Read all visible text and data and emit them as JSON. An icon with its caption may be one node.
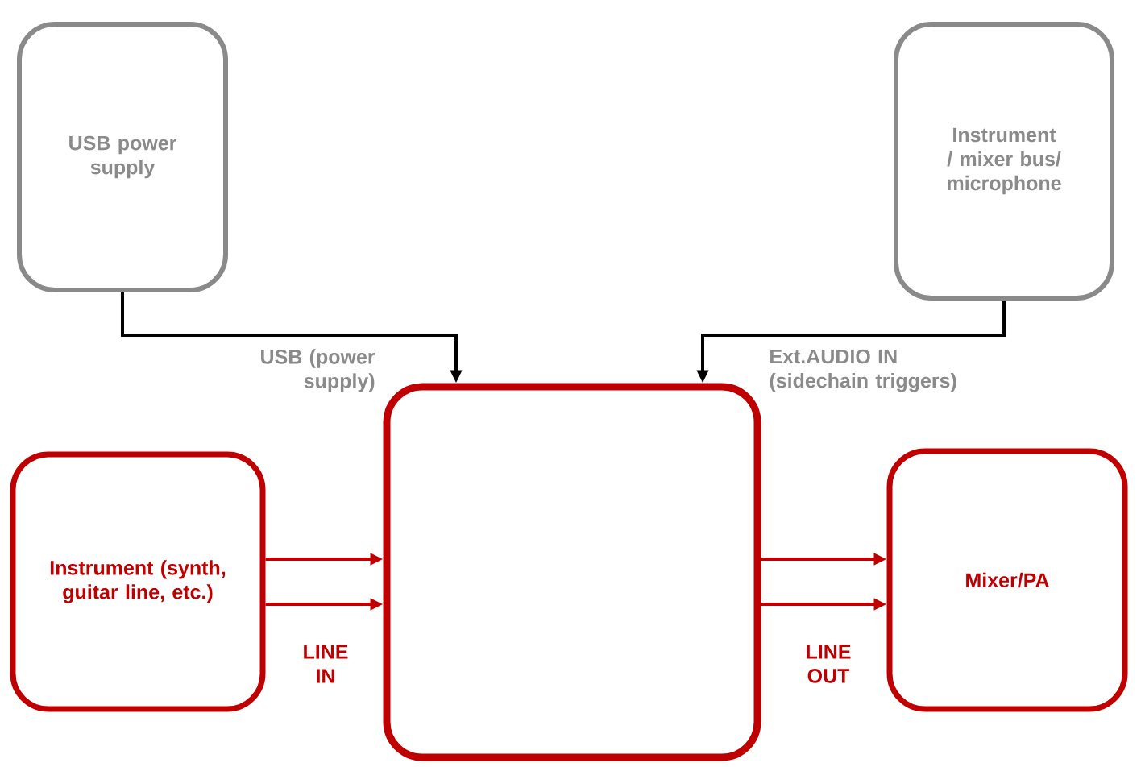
{
  "diagram": {
    "nodes": [
      {
        "text": [
          "USB power supply"
        ]
      },
      {
        "text": [
          "Instrument / mixer bus/ microphone"
        ]
      },
      {
        "text": [
          "Instrument (synth, guitar line, etc.)"
        ]
      },
      {
        "text": [],
        "shape": "box"
      },
      {
        "text": [
          "Mixer/PA"
        ]
      }
    ],
    "edges": [
      {
        "from": 0,
        "to": 3,
        "arrow": "to",
        "color": "#000000",
        "label": "USB (power supply)"
      },
      {
        "from": 1,
        "to": 3,
        "arrow": "to",
        "color": "#000000",
        "label": "Ext.AUDIO IN (sidechain triggers)"
      },
      {
        "from": 2,
        "to": 3,
        "arrow": "to",
        "color": "#c00000"
      },
      {
        "from": 2,
        "to": 3,
        "arrow": "to",
        "color": "#c00000",
        "label": "LINE IN"
      },
      {
        "from": 3,
        "to": 4,
        "arrow": "to",
        "color": "#c00000"
      },
      {
        "from": 3,
        "to": 4,
        "arrow": "to",
        "color": "#c00000",
        "label": "LINE OUT"
      }
    ]
  }
}
